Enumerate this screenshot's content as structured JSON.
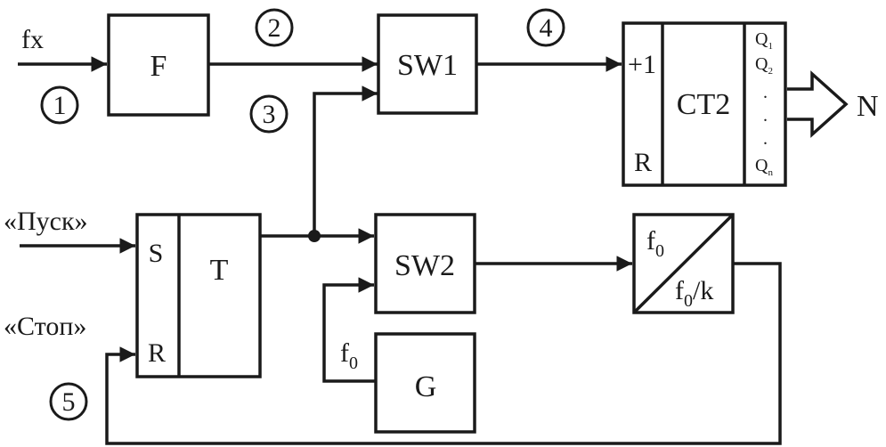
{
  "colors": {
    "ink": "#1a1a1a",
    "background": "#ffffff"
  },
  "inputs": {
    "fx": "fx",
    "start": "«Пуск»",
    "stop": "«Стоп»"
  },
  "blocks": {
    "F": "F",
    "SW1": "SW1",
    "SW2": "SW2",
    "T": {
      "name": "T",
      "set": "S",
      "reset": "R"
    },
    "G": {
      "name": "G",
      "output": "f",
      "output_sub": "0"
    },
    "CT2": {
      "name": "CT2",
      "count_in": "+1",
      "reset": "R",
      "outputs": [
        {
          "base": "Q",
          "sub": "1"
        },
        {
          "base": "Q",
          "sub": "2"
        },
        {
          "base": "Q",
          "sub": "n"
        }
      ],
      "dots": [
        ".",
        ".",
        "."
      ]
    },
    "divider": {
      "in_base": "f",
      "in_sub": "0",
      "out_base": "f",
      "out_sub": "0",
      "out_tail": "/k"
    }
  },
  "output": "N",
  "markers": [
    "1",
    "2",
    "3",
    "4",
    "5"
  ]
}
